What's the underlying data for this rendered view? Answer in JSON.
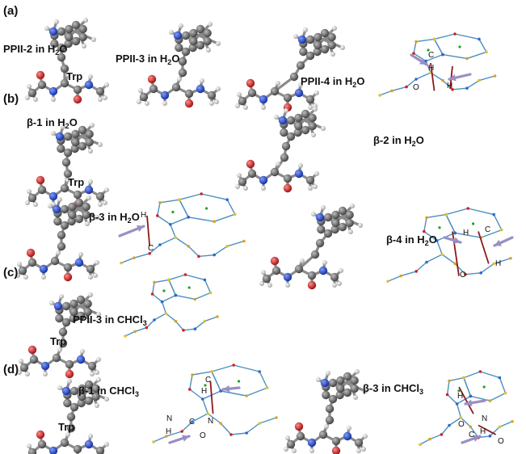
{
  "panels": {
    "a": "(a)",
    "b": "(b)",
    "c": "(c)",
    "d": "(d)"
  },
  "labels": {
    "ppii2": {
      "main": "PPII-2 in H",
      "sub": "2",
      "tail": "O"
    },
    "ppii3": {
      "main": "PPII-3 in H",
      "sub": "2",
      "tail": "O"
    },
    "ppii4": {
      "main": "PPII-4 in H",
      "sub": "2",
      "tail": "O"
    },
    "b1": {
      "main": "β-1 in H",
      "sub": "2",
      "tail": "O"
    },
    "b2": {
      "main": "β-2 in H",
      "sub": "2",
      "tail": "O"
    },
    "b3": {
      "main": "β-3 in H",
      "sub": "2",
      "tail": "O"
    },
    "b4": {
      "main": "β-4 in H",
      "sub": "2",
      "tail": "O"
    },
    "ppii3c": {
      "main": "PPII-3 in CHCl",
      "sub": "3",
      "tail": ""
    },
    "b1c": {
      "main": "β-1 in CHCl",
      "sub": "3",
      "tail": ""
    },
    "b3c": {
      "main": "β-3 in CHCl",
      "sub": "3",
      "tail": ""
    }
  },
  "residue": "Trp",
  "atoms": {
    "C": "C",
    "H": "H",
    "O": "O",
    "N": "N"
  },
  "colors": {
    "carbon": "#6b6b6b",
    "nitrogen": "#1f3fd0",
    "oxygen": "#d21f1f",
    "hydrogen": "#f2f2f2",
    "arrow": "#9a8fc4",
    "bondPath": "#8b1a1a",
    "stick": "#4a90c0",
    "bcp": "#1aa51a"
  }
}
